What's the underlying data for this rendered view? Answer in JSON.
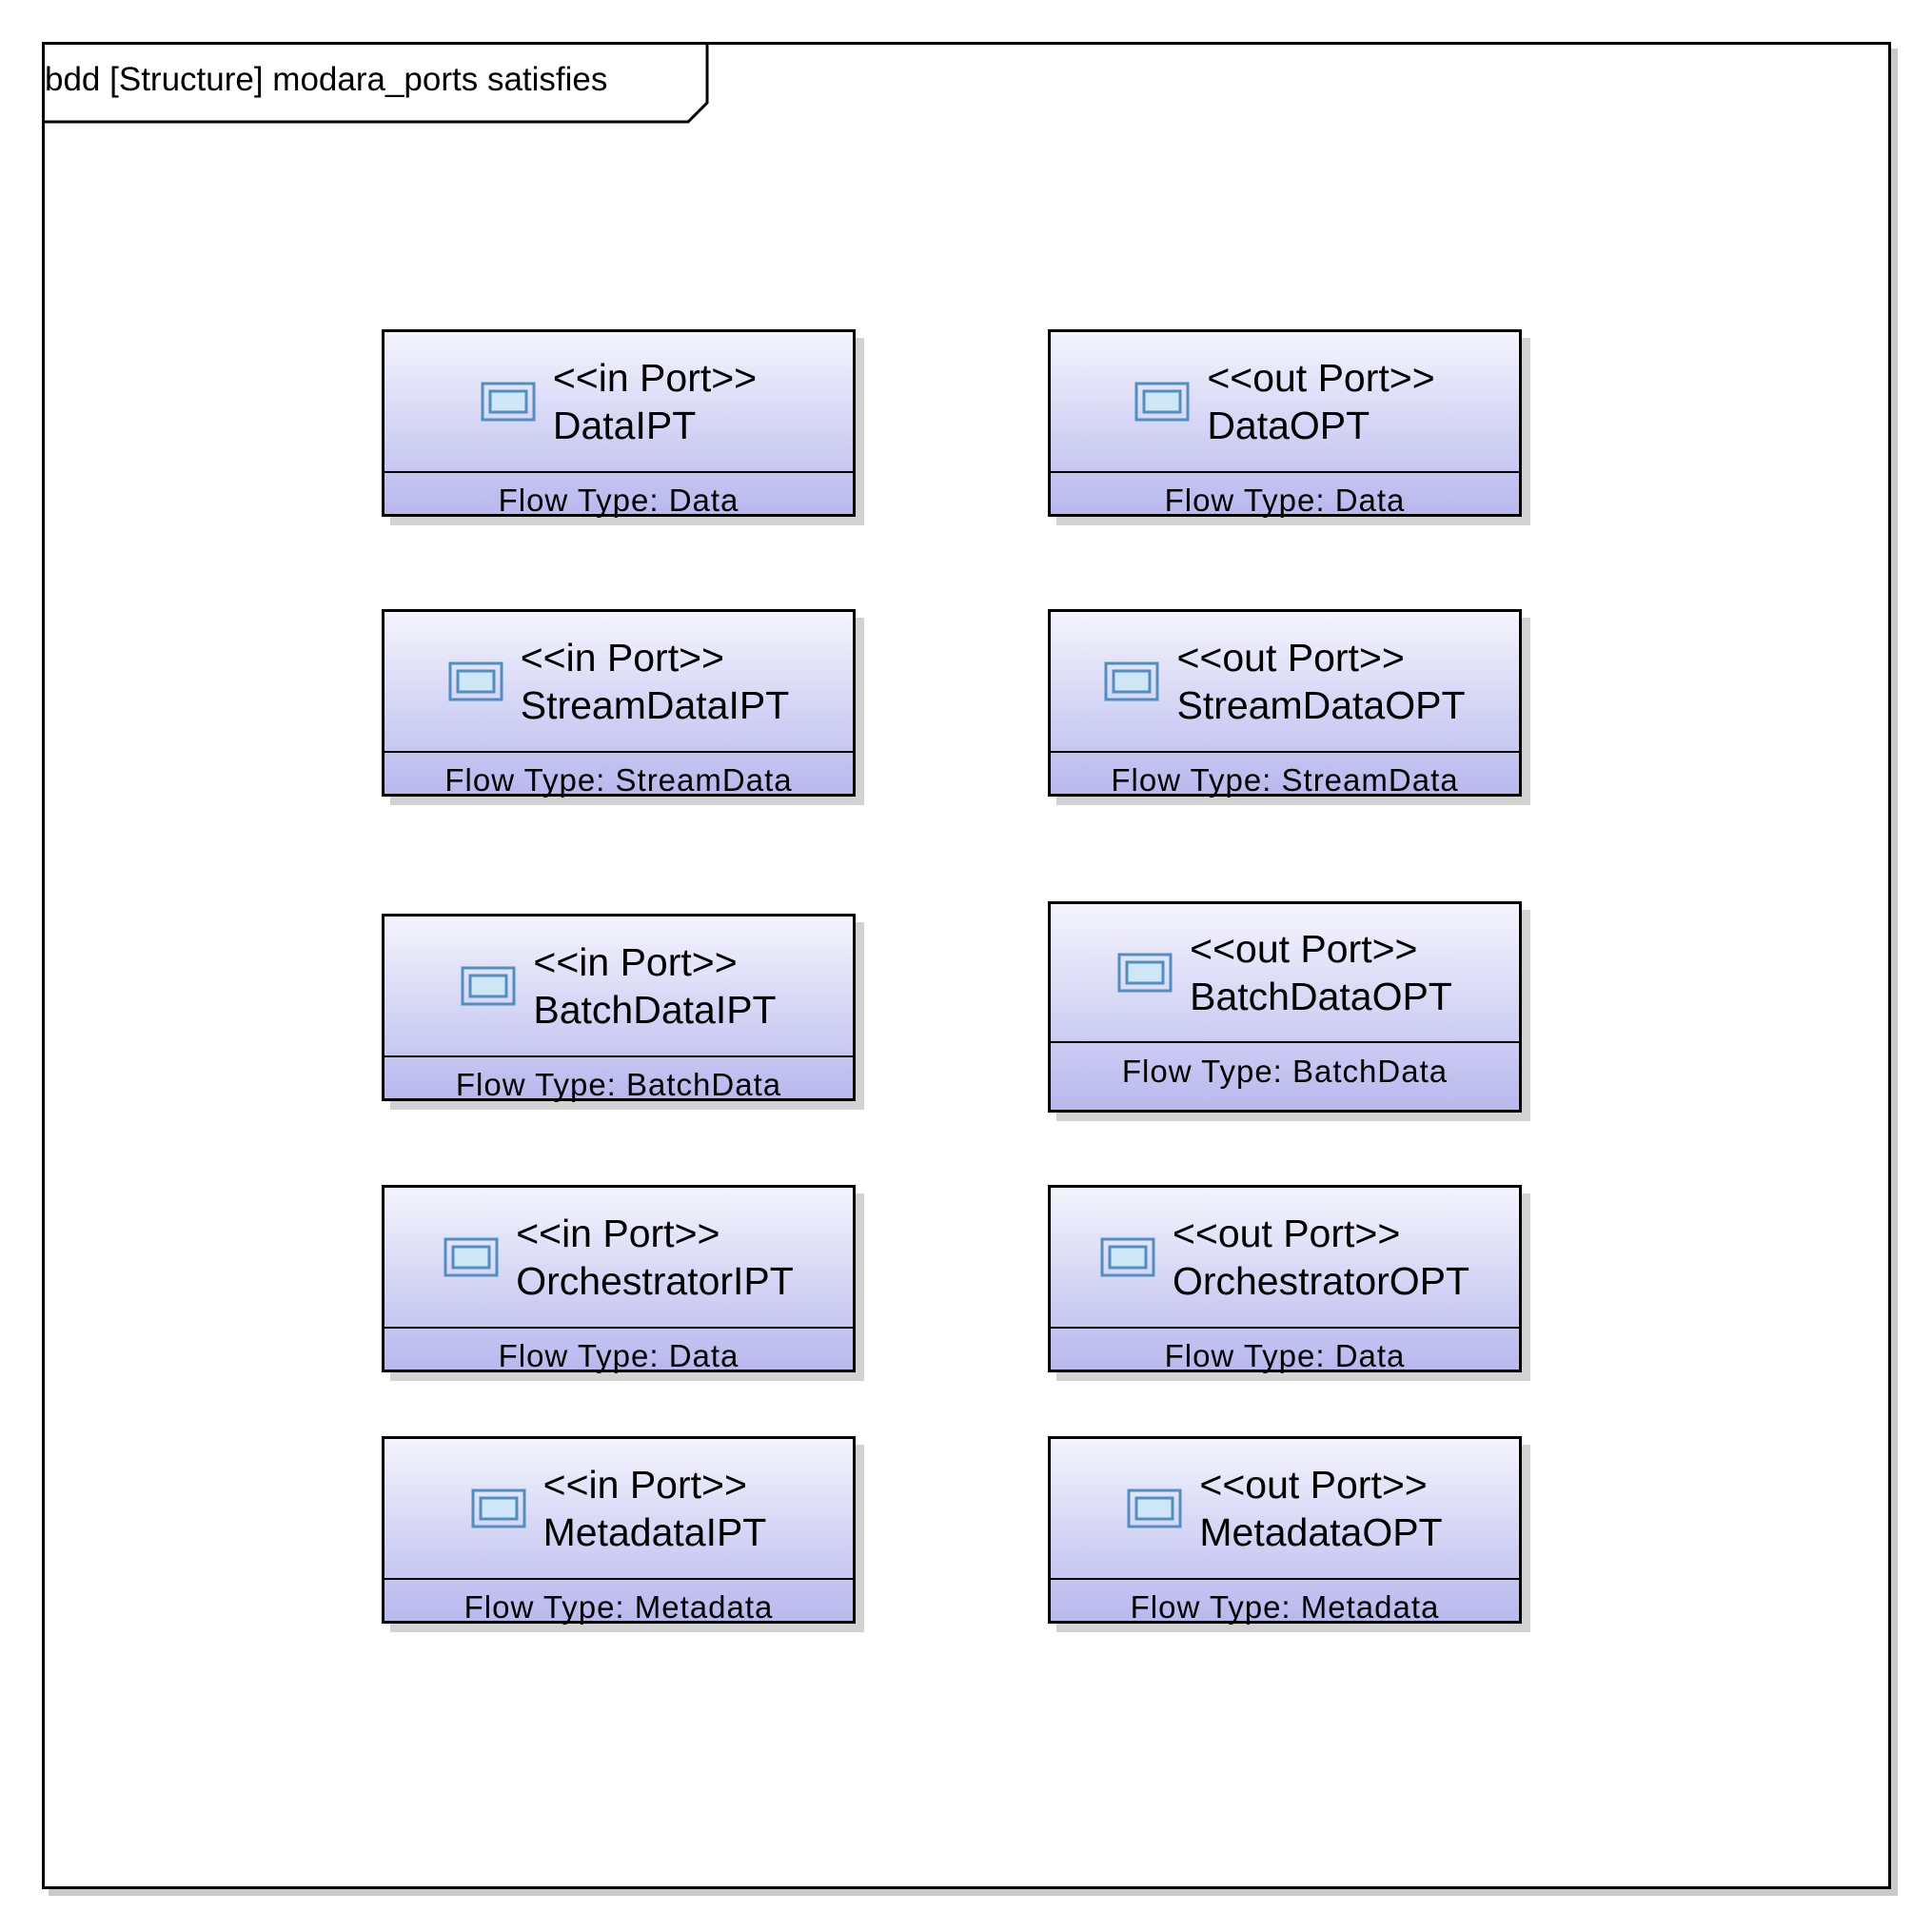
{
  "diagram": {
    "frame_title": "bdd [Structure] modara_ports satisfies",
    "blocks": [
      {
        "stereotype": "<<in Port>>",
        "name": "DataIPT",
        "flow": "Flow Type: Data"
      },
      {
        "stereotype": "<<out Port>>",
        "name": "DataOPT",
        "flow": "Flow Type: Data"
      },
      {
        "stereotype": "<<in Port>>",
        "name": "StreamDataIPT",
        "flow": "Flow Type: StreamData"
      },
      {
        "stereotype": "<<out Port>>",
        "name": "StreamDataOPT",
        "flow": "Flow Type: StreamData"
      },
      {
        "stereotype": "<<in Port>>",
        "name": "BatchDataIPT",
        "flow": "Flow Type: BatchData"
      },
      {
        "stereotype": "<<out Port>>",
        "name": "BatchDataOPT",
        "flow": "Flow Type: BatchData"
      },
      {
        "stereotype": "<<in Port>>",
        "name": "OrchestratorIPT",
        "flow": "Flow Type: Data"
      },
      {
        "stereotype": "<<out Port>>",
        "name": "OrchestratorOPT",
        "flow": "Flow Type: Data"
      },
      {
        "stereotype": "<<in Port>>",
        "name": "MetadataIPT",
        "flow": "Flow Type: Metadata"
      },
      {
        "stereotype": "<<out Port>>",
        "name": "MetadataOPT",
        "flow": "Flow Type: Metadata"
      }
    ],
    "colors": {
      "block_top": "#f4f4fd",
      "block_bottom": "#b8b8ee",
      "icon_stroke": "#4f8fc4",
      "icon_fill": "#cfe6f6"
    },
    "icon": "port-block-icon"
  }
}
